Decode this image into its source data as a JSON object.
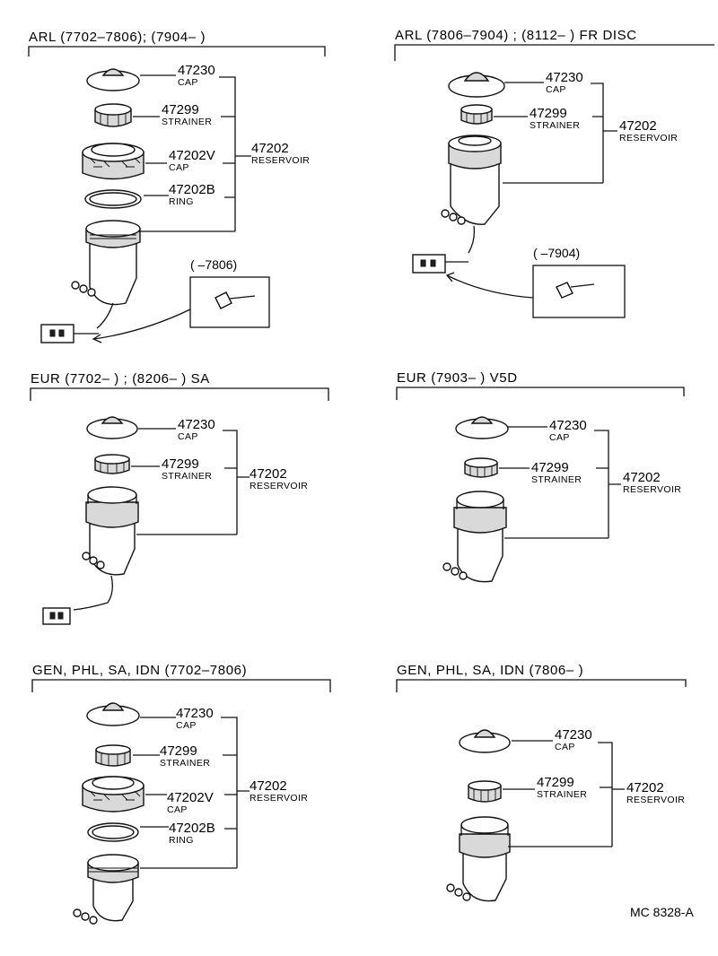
{
  "panels": [
    {
      "id": "p1",
      "title": "ARL  (7702–7806); (7904–       )",
      "inset_label": "(        –7806)",
      "callouts": [
        {
          "num": "47230",
          "name": "CAP"
        },
        {
          "num": "47299",
          "name": "STRAINER"
        },
        {
          "num": "47202V",
          "name": "CAP"
        },
        {
          "num": "47202B",
          "name": "RING"
        }
      ],
      "assembly": {
        "num": "47202",
        "name": "RESERVOIR"
      }
    },
    {
      "id": "p2",
      "title": "ARL  (7806–7904) ; (8112–        )  FR  DISC",
      "inset_label": "(        –7904)",
      "callouts": [
        {
          "num": "47230",
          "name": "CAP"
        },
        {
          "num": "47299",
          "name": "STRAINER"
        }
      ],
      "assembly": {
        "num": "47202",
        "name": "RESERVOIR"
      }
    },
    {
      "id": "p3",
      "title": "EUR (7702–        ) ; (8206–        ) SA",
      "callouts": [
        {
          "num": "47230",
          "name": "CAP"
        },
        {
          "num": "47299",
          "name": "STRAINER"
        }
      ],
      "assembly": {
        "num": "47202",
        "name": "RESERVOIR"
      }
    },
    {
      "id": "p4",
      "title": "EUR  (7903–        )  V5D",
      "callouts": [
        {
          "num": "47230",
          "name": "CAP"
        },
        {
          "num": "47299",
          "name": "STRAINER"
        }
      ],
      "assembly": {
        "num": "47202",
        "name": "RESERVOIR"
      }
    },
    {
      "id": "p5",
      "title": "GEN, PHL, SA, IDN (7702–7806)",
      "callouts": [
        {
          "num": "47230",
          "name": "CAP"
        },
        {
          "num": "47299",
          "name": "STRAINER"
        },
        {
          "num": "47202V",
          "name": "CAP"
        },
        {
          "num": "47202B",
          "name": "RING"
        }
      ],
      "assembly": {
        "num": "47202",
        "name": "RESERVOIR"
      }
    },
    {
      "id": "p6",
      "title": "GEN, PHL, SA, IDN  (7806–          )",
      "callouts": [
        {
          "num": "47230",
          "name": "CAP"
        },
        {
          "num": "47299",
          "name": "STRAINER"
        }
      ],
      "assembly": {
        "num": "47202",
        "name": "RESERVOIR"
      }
    }
  ],
  "figure_code": "MC  8328-A"
}
